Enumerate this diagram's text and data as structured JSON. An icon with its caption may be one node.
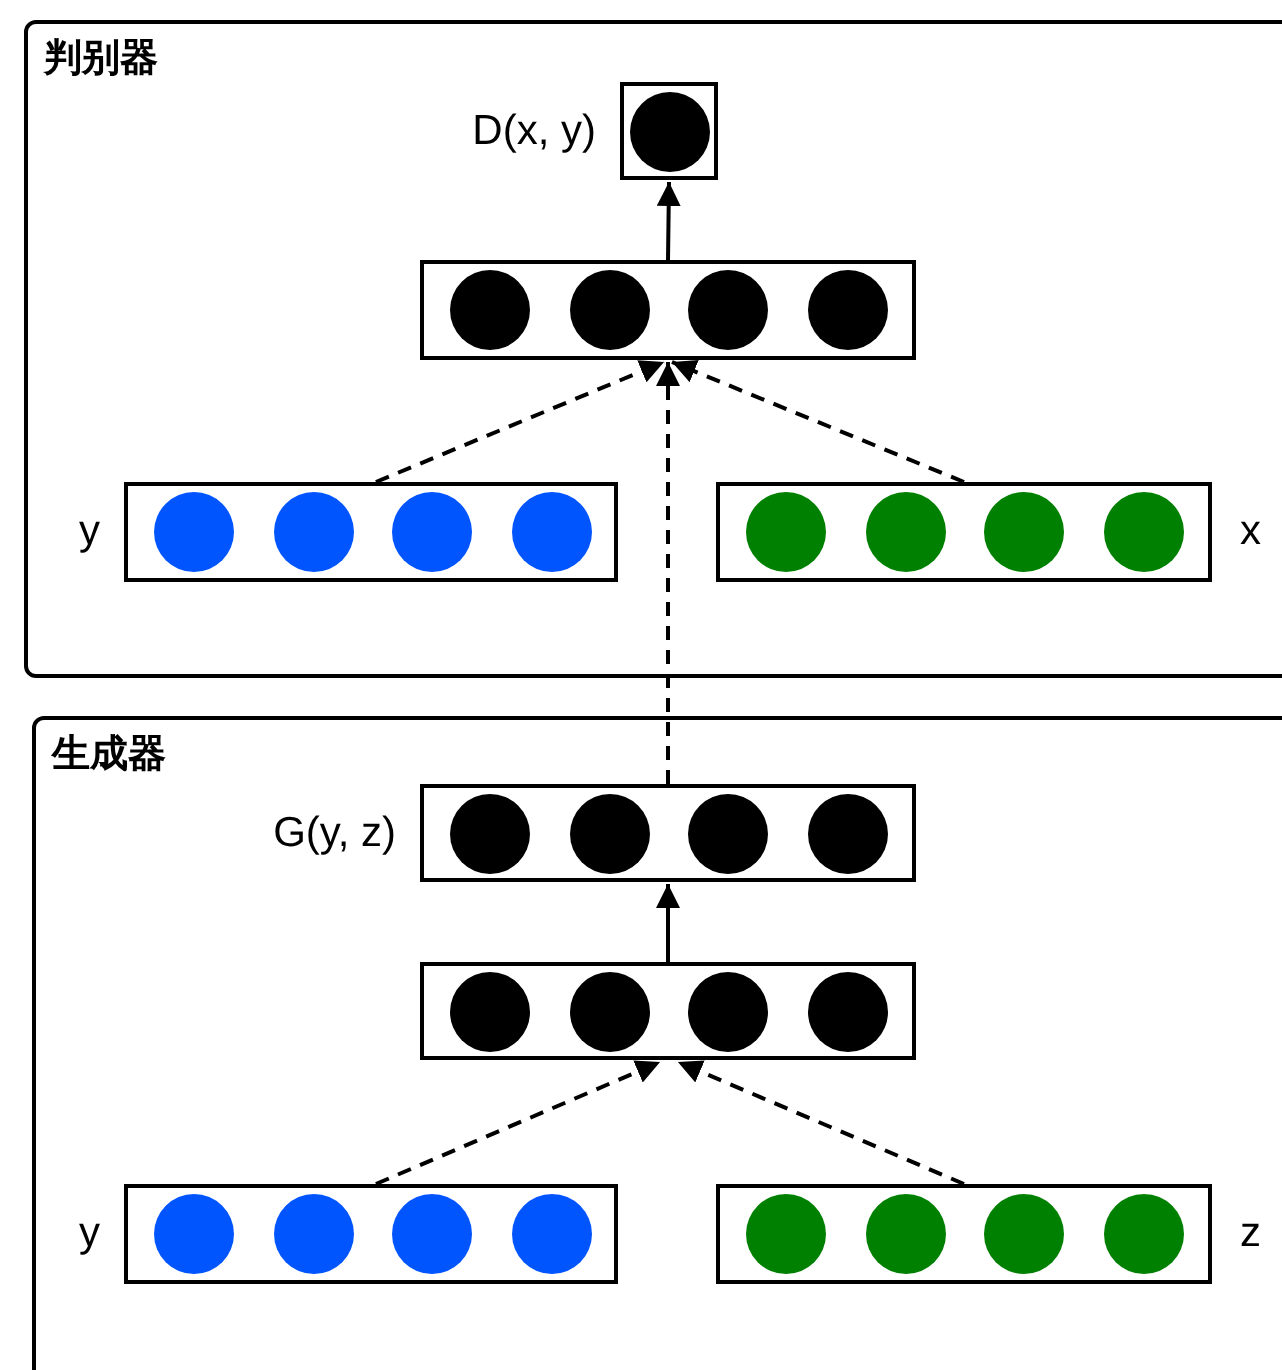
{
  "diagram": {
    "nodes": [
      {
        "text": [
          "判别器"
        ]
      },
      {
        "text": [
          "D(x, y)"
        ],
        "in": 0
      },
      {
        "text": [],
        "shape": "box",
        "in": 0
      },
      {
        "text": [
          "y"
        ],
        "in": 0
      },
      {
        "text": [
          "x"
        ],
        "in": 0
      },
      {
        "text": [
          "生成器"
        ]
      },
      {
        "text": [
          "G(y, z)"
        ],
        "in": 5
      },
      {
        "text": [],
        "shape": "box",
        "in": 5
      },
      {
        "text": [
          "y"
        ],
        "in": 5
      },
      {
        "text": [
          "z"
        ],
        "in": 5
      }
    ],
    "edges": [
      {
        "from": 2,
        "to": 1,
        "arrow": "to"
      },
      {
        "from": 3,
        "to": 2,
        "arrow": "to",
        "style": "dashed"
      },
      {
        "from": 4,
        "to": 2,
        "arrow": "to",
        "style": "dashed"
      },
      {
        "from": 6,
        "to": 2,
        "arrow": "to",
        "style": "dashed"
      },
      {
        "from": 7,
        "to": 6,
        "arrow": "to"
      },
      {
        "from": 8,
        "to": 7,
        "arrow": "to",
        "style": "dashed"
      },
      {
        "from": 9,
        "to": 7,
        "arrow": "to",
        "style": "dashed"
      }
    ]
  }
}
